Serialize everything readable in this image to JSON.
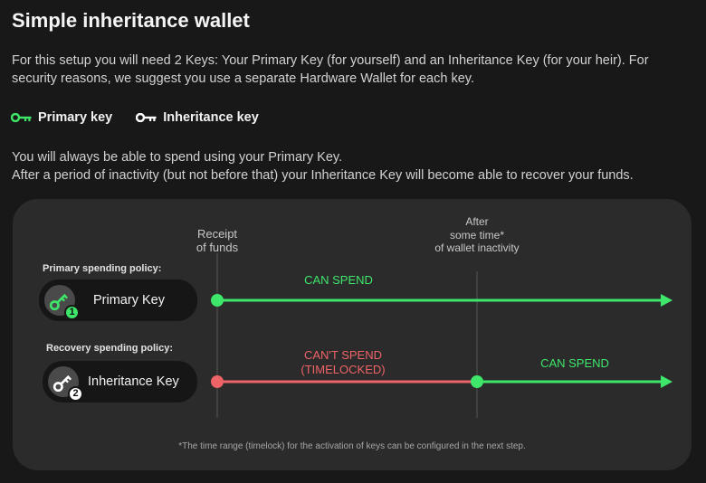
{
  "title": "Simple inheritance wallet",
  "intro": "For this setup you will need 2 Keys: Your Primary Key (for yourself) and an Inheritance Key (for your heir). For security reasons, we suggest you use a separate Hardware Wallet for each key.",
  "legend": {
    "primary": "Primary key",
    "inheritance": "Inheritance key"
  },
  "info": {
    "line1": "You will always be able to spend using your Primary Key.",
    "line2": "After a period of inactivity (but not before that) your Inheritance Key will become able to recover your funds."
  },
  "timeline": {
    "marker1": {
      "line1": "Receipt",
      "line2": "of funds"
    },
    "marker2": {
      "line1": "After",
      "line2": "some time*",
      "line3": "of wallet inactivity"
    },
    "primary_policy": {
      "label": "Primary spending policy:",
      "key_name": "Primary Key",
      "badge": "1",
      "status": "CAN SPEND"
    },
    "recovery_policy": {
      "label": "Recovery spending policy:",
      "key_name": "Inheritance Key",
      "badge": "2",
      "status_locked_line1": "CAN'T SPEND",
      "status_locked_line2": "(TIMELOCKED)",
      "status_after": "CAN SPEND"
    },
    "footnote": "*The time range (timelock) for the activation of keys can be configured in the next step."
  },
  "colors": {
    "green": "#3ee66a",
    "red": "#ee6366",
    "white_key": "#ffffff",
    "panel": "#2b2b2b",
    "background": "#181818"
  },
  "icons": [
    "key-icon-green",
    "key-icon-white",
    "key-badge-icon"
  ]
}
